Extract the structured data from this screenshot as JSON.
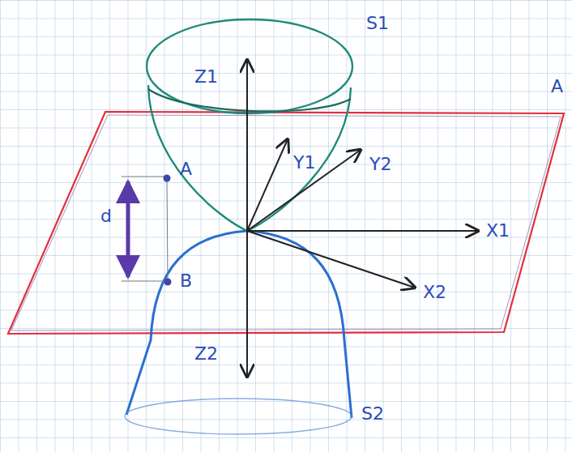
{
  "diagram": {
    "labels": [
      "S1",
      "Z1",
      "Y1",
      "Y2",
      "X1",
      "X2",
      "Z2",
      "S2",
      "A",
      "A",
      "B",
      "d"
    ]
  }
}
